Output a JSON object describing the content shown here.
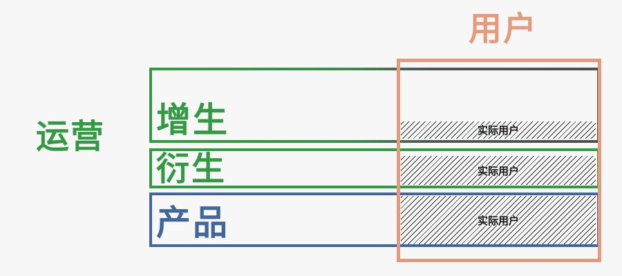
{
  "diagram": {
    "left_label": "运营",
    "top_label": "用户",
    "rows": [
      {
        "id": "growth",
        "label": "增生",
        "hatch_label": "实际用户"
      },
      {
        "id": "derive",
        "label": "衍生",
        "hatch_label": "实际用户"
      },
      {
        "id": "product",
        "label": "产品",
        "hatch_label": "实际用户"
      }
    ]
  },
  "colors": {
    "background": "#f7f7f7",
    "operations_green": "#339944",
    "growth_box_right_gray": "#4e4e4e",
    "product_blue": "#426699",
    "user_orange": "#e59a7c",
    "hatch_text": "#111111"
  }
}
